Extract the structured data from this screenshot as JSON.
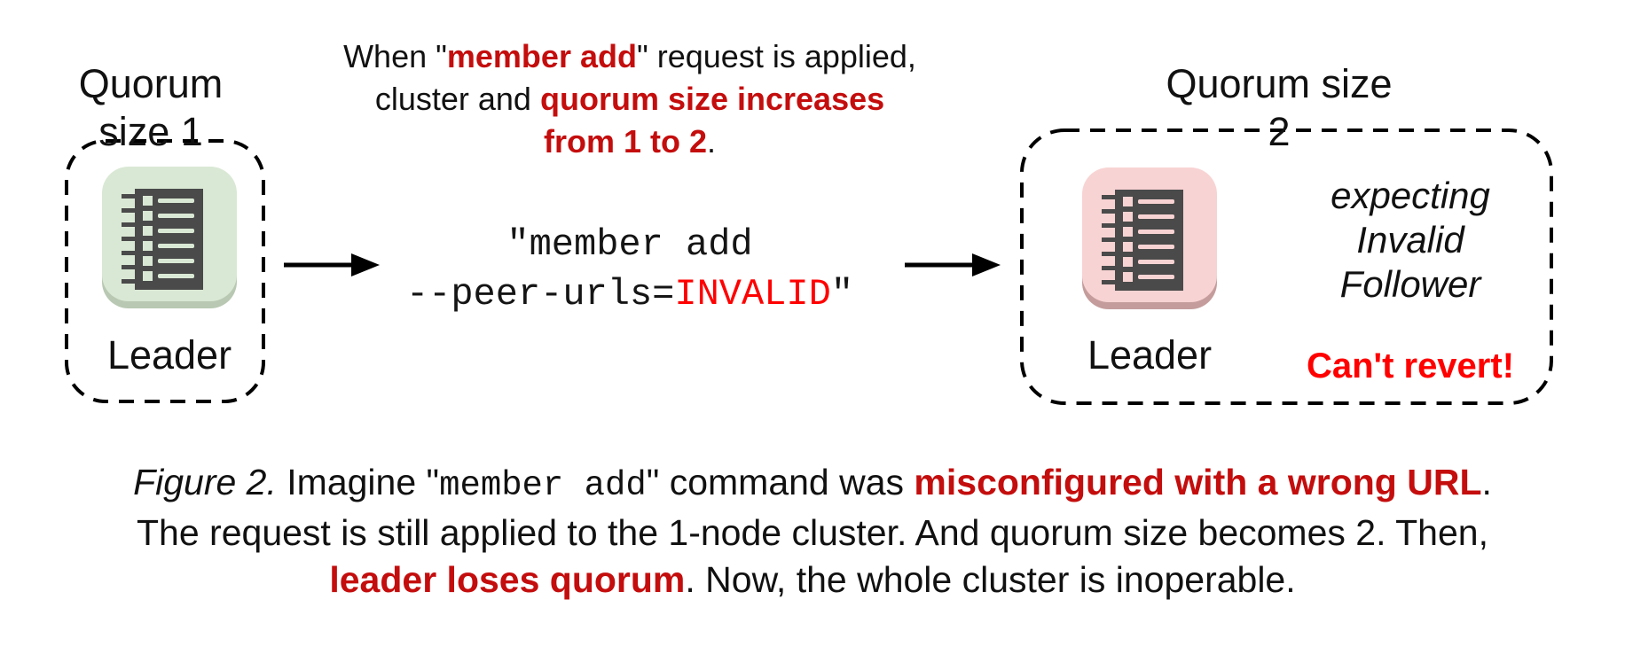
{
  "colors": {
    "em_red": "#c40d0d",
    "bright_red": "#ff0000",
    "tile_green": "#d9e8d4",
    "tile_green_shadow": "#b8c8b2",
    "tile_pink": "#f8d3d3",
    "tile_pink_shadow": "#c49c9c",
    "icon_dark": "#4a4a4a"
  },
  "left_group": {
    "heading": "Quorum size 1",
    "node_label": "Leader"
  },
  "top_note": {
    "l1a": "When \"",
    "l1b": "member add",
    "l1c": "\" request is applied,",
    "l2a": "cluster and ",
    "l2b": "quorum size increases",
    "l3a": "from 1 to 2",
    "l3b": "."
  },
  "command": {
    "line1": "\"member add",
    "l2a": "--peer-urls=",
    "l2b": "INVALID",
    "l2c": "\""
  },
  "right_group": {
    "heading": "Quorum size 2",
    "node_label": "Leader",
    "expecting_line1": "expecting",
    "expecting_line2": "Invalid",
    "expecting_line3": "Follower",
    "warning": "Can't revert!"
  },
  "caption": {
    "l1a": "Figure 2.",
    "l1b": " Imagine \"",
    "l1c": "member add",
    "l1d": "\" command was ",
    "l1e": "misconfigured with a wrong URL",
    "l1f": ".",
    "l2": "The request is still applied to the 1-node cluster. And quorum size becomes 2. Then,",
    "l3a": "leader loses quorum",
    "l3b": ". Now, the whole cluster is inoperable."
  }
}
